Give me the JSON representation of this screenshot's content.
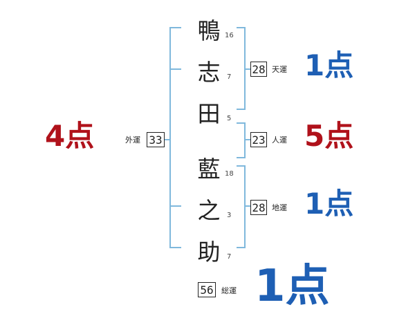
{
  "name": {
    "characters": [
      {
        "char": "鴨",
        "strokes": "16"
      },
      {
        "char": "志",
        "strokes": "7"
      },
      {
        "char": "田",
        "strokes": "5"
      },
      {
        "char": "藍",
        "strokes": "18"
      },
      {
        "char": "之",
        "strokes": "3"
      },
      {
        "char": "助",
        "strokes": "7"
      }
    ]
  },
  "fortunes": {
    "tenkaku": {
      "label": "天運",
      "value": "28",
      "score": "1点"
    },
    "jinkaku": {
      "label": "人運",
      "value": "23",
      "score": "5点"
    },
    "chikaku": {
      "label": "地運",
      "value": "28",
      "score": "1点"
    },
    "gaikaku": {
      "label": "外運",
      "value": "33",
      "score": "4点"
    },
    "soukaku": {
      "label": "総運",
      "value": "56",
      "score": "1点"
    }
  },
  "colors": {
    "bracket": "#7fb8dc",
    "good_score": "#1e5fb4",
    "bad_score": "#b0121b",
    "text": "#222222"
  }
}
